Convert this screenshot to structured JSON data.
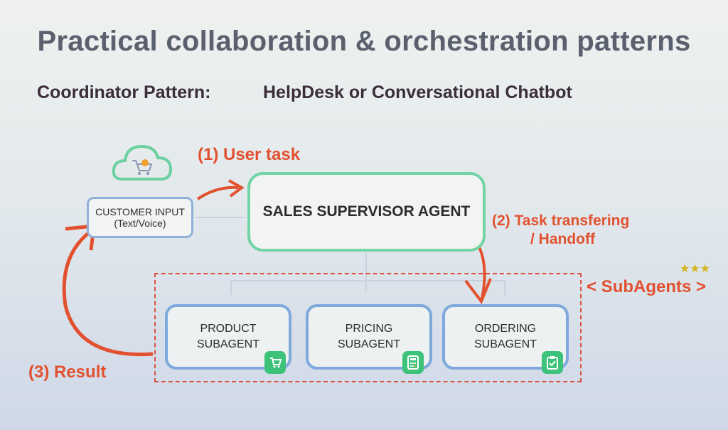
{
  "title": "Practical collaboration & orchestration patterns",
  "subtitle": {
    "pattern": "Coordinator Pattern:",
    "use_case": "HelpDesk or Conversational Chatbot"
  },
  "customer_input": {
    "line1": "CUSTOMER INPUT",
    "line2": "(Text/Voice)"
  },
  "supervisor": "SALES SUPERVISOR AGENT",
  "steps": {
    "step1": "(1) User task",
    "step2_line1": "(2)  Task transfering",
    "step2_line2": "/ Handoff",
    "step3": "(3) Result"
  },
  "subagents_label": "< SubAgents >",
  "subagents": [
    {
      "line1": "PRODUCT",
      "line2": "SUBAGENT",
      "icon": "cart-icon"
    },
    {
      "line1": "PRICING",
      "line2": "SUBAGENT",
      "icon": "calculator-icon"
    },
    {
      "line1": "ORDERING",
      "line2": "SUBAGENT",
      "icon": "clipboard-check-icon"
    }
  ],
  "colors": {
    "accent_red": "#e2512f",
    "green": "#3dc27a",
    "blue": "#7fa9dc"
  }
}
